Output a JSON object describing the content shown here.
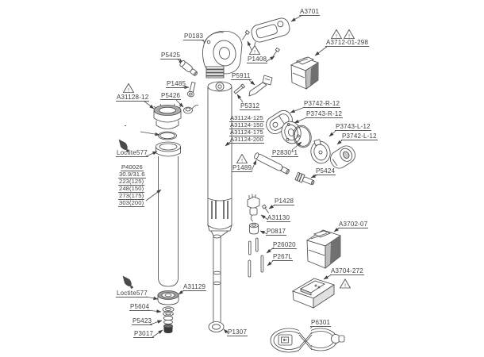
{
  "diagram": {
    "type": "exploded-parts-diagram",
    "subject": "electronic dropper seatpost assembly",
    "line_color": "#4c4c4c",
    "background_color": "#ffffff"
  },
  "labels": {
    "a3701": {
      "text": "A3701"
    },
    "p0183": {
      "text": "P0183"
    },
    "p5425": {
      "text": "P5425"
    },
    "p1408": {
      "text": "P1408"
    },
    "a3712": {
      "text": "A3712-01-298"
    },
    "p1485": {
      "text": "P1485"
    },
    "p5911": {
      "text": "P5911"
    },
    "a31128": {
      "text": "A31128-12"
    },
    "p5426": {
      "text": "P5426"
    },
    "p5312": {
      "text": "P5312"
    },
    "p3742r": {
      "text": "P3742-R-12"
    },
    "p3743r": {
      "text": "P3743-R-12"
    },
    "a31124": {
      "lines": [
        "A31124-125",
        "A31124-150",
        "A31124-175",
        "A31124-200"
      ]
    },
    "p3743l": {
      "text": "P3743-L-12"
    },
    "p3742l": {
      "text": "P3742-L-12"
    },
    "loctite_top": {
      "text": "Loctite577"
    },
    "p2830": {
      "text": "P2830*1"
    },
    "p1489": {
      "text": "P1489"
    },
    "p5424": {
      "text": "P5424"
    },
    "p40026": {
      "lines": [
        "P40026",
        "30.9/31.6",
        "223(125)",
        "248(150)",
        "273(175)",
        "303(200)"
      ]
    },
    "p1428": {
      "text": "P1428"
    },
    "a31130": {
      "text": "A31130"
    },
    "p0817": {
      "text": "P0817"
    },
    "p26020": {
      "text": "P26020"
    },
    "p267l": {
      "text": "P267L"
    },
    "a3702": {
      "text": "A3702-07"
    },
    "a3704": {
      "text": "A3704-272"
    },
    "a31129": {
      "text": "A31129"
    },
    "loctite_bottom": {
      "text": "Loctite577"
    },
    "p5604": {
      "text": "P5604"
    },
    "p5423": {
      "text": "P5423"
    },
    "p3017": {
      "text": "P3017"
    },
    "p1307": {
      "text": "P1307"
    },
    "p6301": {
      "text": "P6301"
    }
  },
  "icons": {
    "warning_glyph": "!"
  }
}
